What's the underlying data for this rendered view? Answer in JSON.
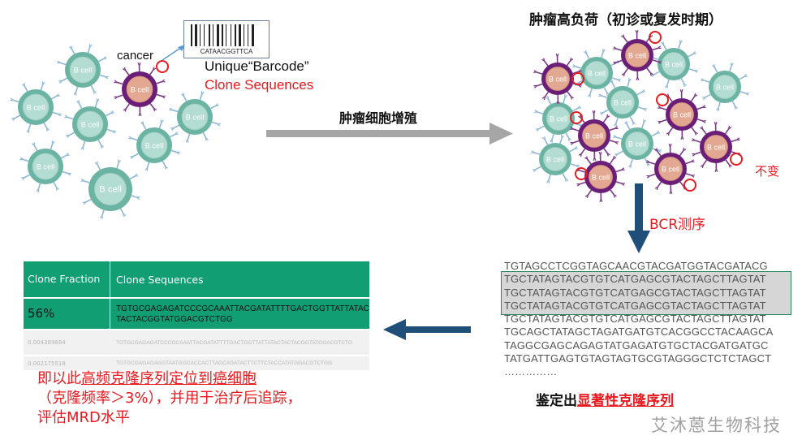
{
  "left_diagram": {
    "cell_label": "B cell",
    "cancer_label": "cancer",
    "barcode_text": "CATAACGGTTCA",
    "unique_barcode_label": "Unique“Barcode”",
    "clone_sequences_label": "Clone Sequences"
  },
  "proliferation_label": "肿瘤细胞增殖",
  "right_diagram": {
    "title": "肿瘤高负荷（初诊或复发时期）",
    "unchanged_label": "不变",
    "bcr_label": "BCR测序"
  },
  "sequence_block": {
    "lines": [
      {
        "text": "TGTAGCCTCGGTAGCAACGTACGATGGTACGATACG",
        "highlight": false
      },
      {
        "text": "TGCTATAGTACGTGTCATGAGCGTACTAGCTTAGTAT",
        "highlight": true
      },
      {
        "text": "TGCTATAGTACGTGTCATGAGCGTACTAGCTTAGTAT",
        "highlight": true
      },
      {
        "text": "TGCTATAGTACGTGTCATGAGCGTACTAGCTTAGTAT",
        "highlight": true
      },
      {
        "text": "TGCTATAGTACGTGTCATGAGCGTACTAGCTTAGTAT",
        "highlight": false
      },
      {
        "text": "TGCAGCTATAGCTAGATGATGTCACGGCCTACAAGCA",
        "highlight": false
      },
      {
        "text": "TAGGCGAGCAGAGTATGAGATGTGCTACGATGATGC",
        "highlight": false
      },
      {
        "text": "TATGATTGAGTGTAGTAGTGCGTAGGGCTCTCTAGCT",
        "highlight": false
      },
      {
        "text": "……………",
        "highlight": false
      }
    ],
    "caption_prefix": "鉴定出",
    "caption_emphasis": "显著性克隆序列"
  },
  "clone_table": {
    "headers": [
      "Clone Fraction",
      "Clone Sequences"
    ],
    "rows": [
      {
        "fraction": "56%",
        "sequence": "TGTGCGAGAGATCCCGCAAATTACGATATTTTGACTGGTTATTATACTACTACGGTATGGACGTCTGG"
      },
      {
        "fraction": "0.004389884",
        "sequence": "TGTGCGAGAGATCCCGCAAATTACGATATTTTGACTGGTTATTATACTACTACGGTATGGACGTCTG"
      },
      {
        "fraction": "0.002175518",
        "sequence": "TGTGCGAGAGAGGTAATGGCACCACTTAGCAGATACTTCTTCTACCATATGGACGTCTGG"
      }
    ]
  },
  "conclusion": {
    "line1_prefix": "即以此",
    "line1_underlined": "高频克隆序列定位到癌细胞",
    "line2": "（克隆频率＞3%），并用于治疗后追踪，",
    "line3": "评估MRD水平"
  },
  "watermark": "艾沐蒽生物科技",
  "colors": {
    "b_cell_fill": "#b3dcd2",
    "b_cell_ring": "#6bb3a2",
    "cancer_fill": "#e2a892",
    "cancer_ring": "#6a1e78",
    "table_header": "#119e72",
    "arrow_grey": "#a6a6a6",
    "arrow_blue": "#1f4e79",
    "accent_red": "#e8191f"
  }
}
